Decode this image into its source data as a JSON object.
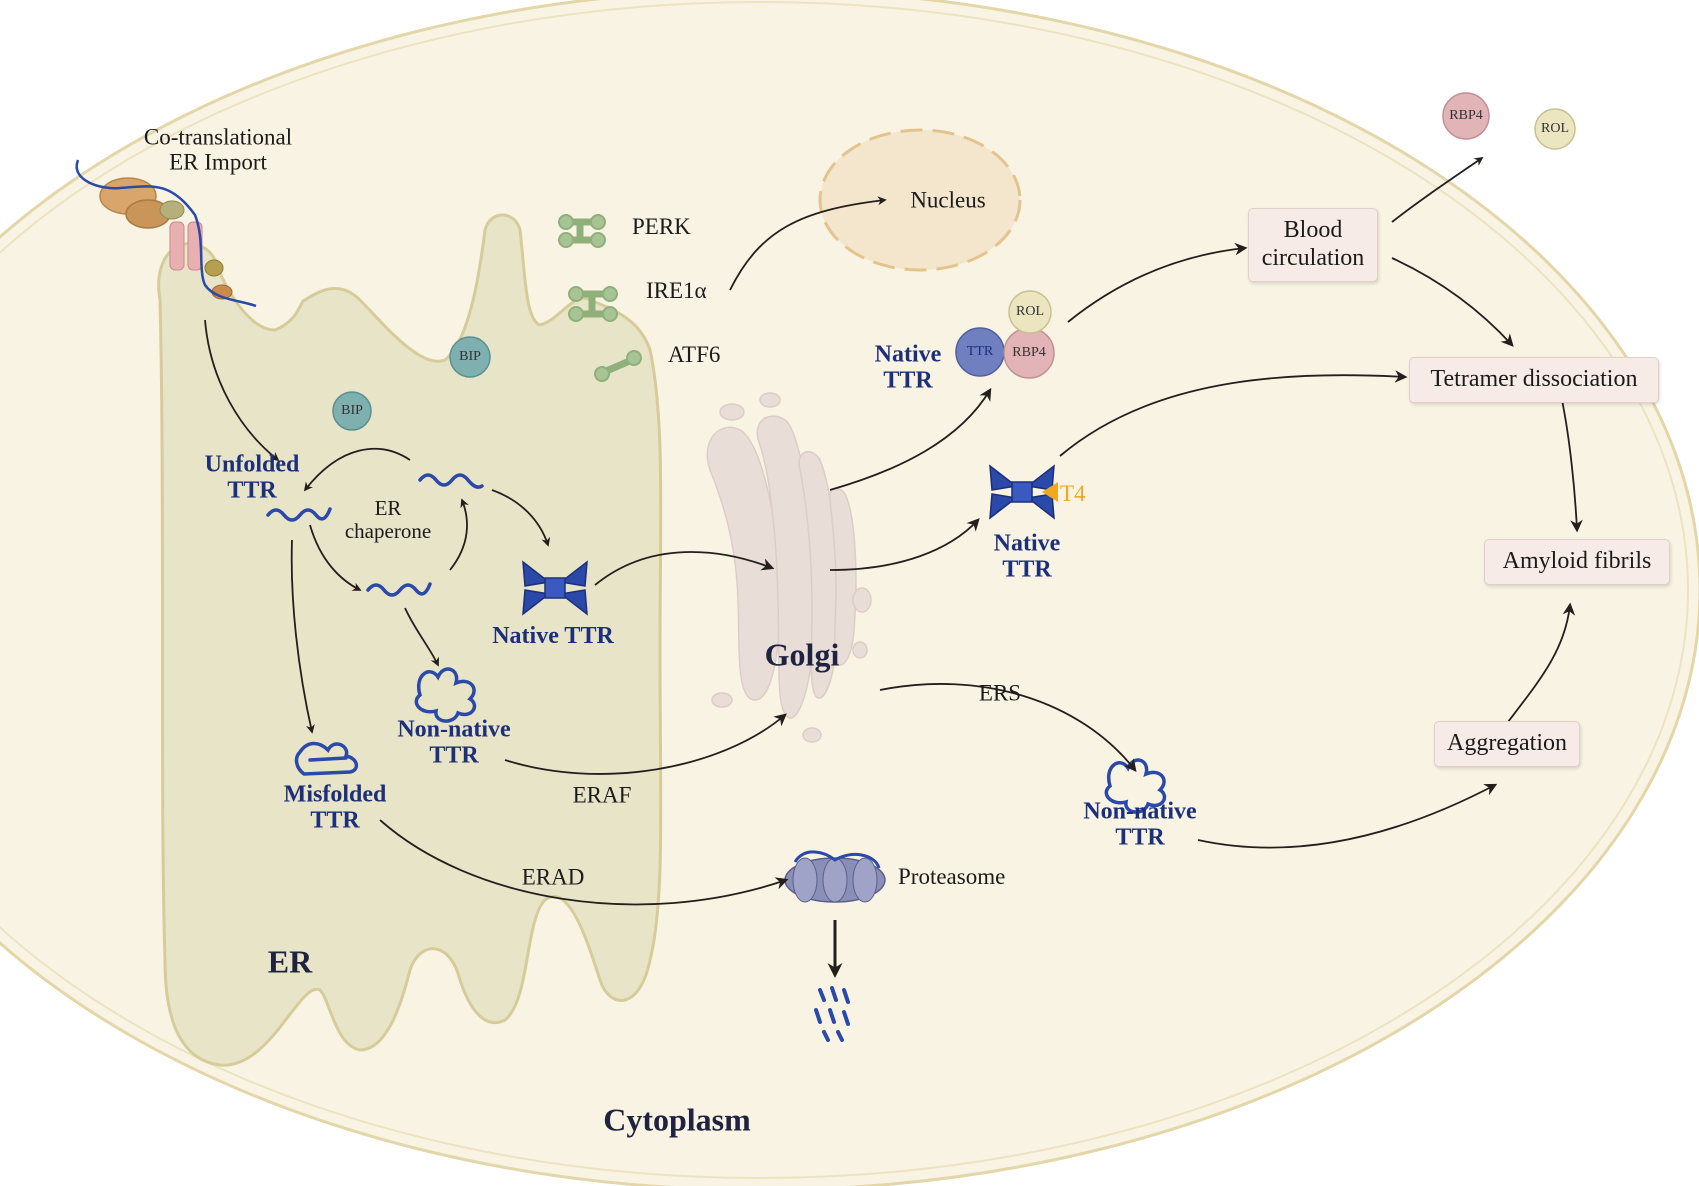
{
  "labels": {
    "co_translational": "Co-translational",
    "er_import": "ER Import",
    "perk": "PERK",
    "ire1a": "IRE1α",
    "atf6": "ATF6",
    "nucleus": "Nucleus",
    "bip": "BIP",
    "unfolded_ttr": [
      "Unfolded",
      "TTR"
    ],
    "er_chaperone": [
      "ER",
      "chaperone"
    ],
    "native_ttr_er": "Native TTR",
    "non_native_ttr_er": [
      "Non-native",
      "TTR"
    ],
    "misfolded_ttr": [
      "Misfolded",
      "TTR"
    ],
    "er": "ER",
    "golgi": "Golgi",
    "eraf": "ERAF",
    "erad": "ERAD",
    "ers": "ERS",
    "native_ttr_rbp": [
      "Native",
      "TTR"
    ],
    "native_ttr_t4": [
      "Native",
      "TTR"
    ],
    "t4": "T4",
    "ttr_in_sphere": "TTR",
    "rbp4": "RBP4",
    "rol": "ROL",
    "non_native_ttr_cyto": [
      "Non-native",
      "TTR"
    ],
    "proteasome": "Proteasome",
    "cytoplasm": "Cytoplasm"
  },
  "boxes": {
    "blood_circulation": [
      "Blood",
      "circulation"
    ],
    "tetramer_dissociation": "Tetramer dissociation",
    "amyloid_fibrils": "Amyloid fibrils",
    "aggregation": "Aggregation"
  },
  "colors": {
    "cell_fill": "#f8f3e3",
    "cell_border": "#e3d6a8",
    "er_fill": "#e8e4c8",
    "er_border": "#d6cc9a",
    "protein_blue": "#2a49a8",
    "ttr_label": "#1c2f7a",
    "receptor_green": "#8fb07a",
    "bip_teal": "#7fb0b0",
    "golgi_pink": "#e9ddd8",
    "t4_orange": "#f0a820",
    "box_fill": "#f6ebe6",
    "arrow": "#231f1c"
  }
}
